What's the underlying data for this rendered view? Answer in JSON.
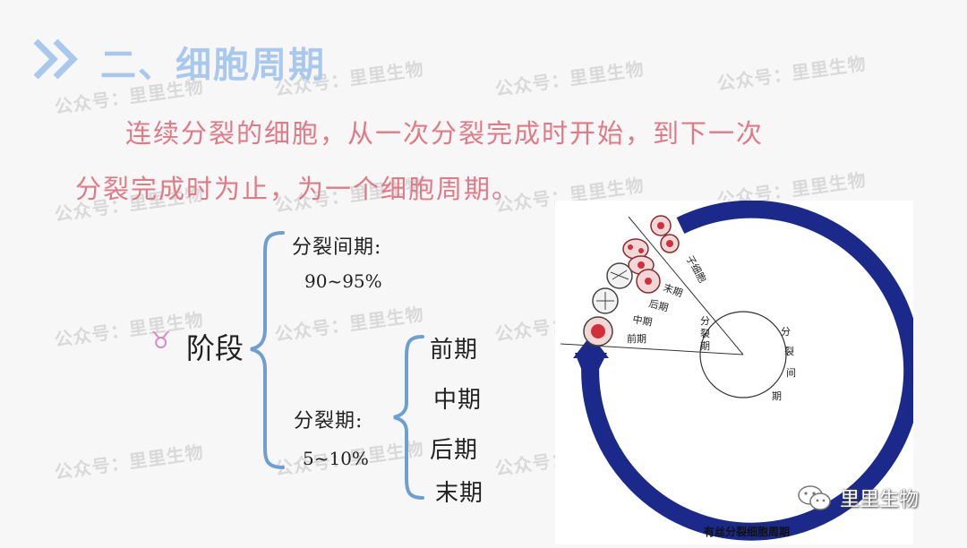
{
  "title": "二、细胞周期",
  "watermark": "公众号：里里生物",
  "definition": {
    "line1": "连续分裂的细胞，从一次分裂完成时开始，到下一次",
    "line2": "分裂完成时为止，为一个细胞周期。"
  },
  "outline": {
    "bullet": "♉",
    "root": "阶段",
    "interphase": {
      "label": "分裂间期:",
      "percent": "90~95%"
    },
    "mitotic": {
      "label": "分裂期:",
      "percent": "5~10%",
      "stages": [
        "前期",
        "中期",
        "后期",
        "末期"
      ]
    }
  },
  "diagram": {
    "labels": {
      "interphase": [
        "分",
        "裂",
        "间",
        "期"
      ],
      "division": [
        "分",
        "裂",
        "期"
      ],
      "prophase": "前期",
      "metaphase": "中期",
      "anaphase": "后期",
      "telophase": "末期",
      "daughter": "子细胞"
    },
    "caption": "有丝分裂细胞周期",
    "colors": {
      "arrow": "#1b2a8a",
      "cell": "#d0303a"
    }
  },
  "brand": "里里生物",
  "colors": {
    "title": "#a9c8ee",
    "definition": "#e07a86",
    "brace": "#6f9fd0",
    "watermark": "#d9d9d9"
  }
}
